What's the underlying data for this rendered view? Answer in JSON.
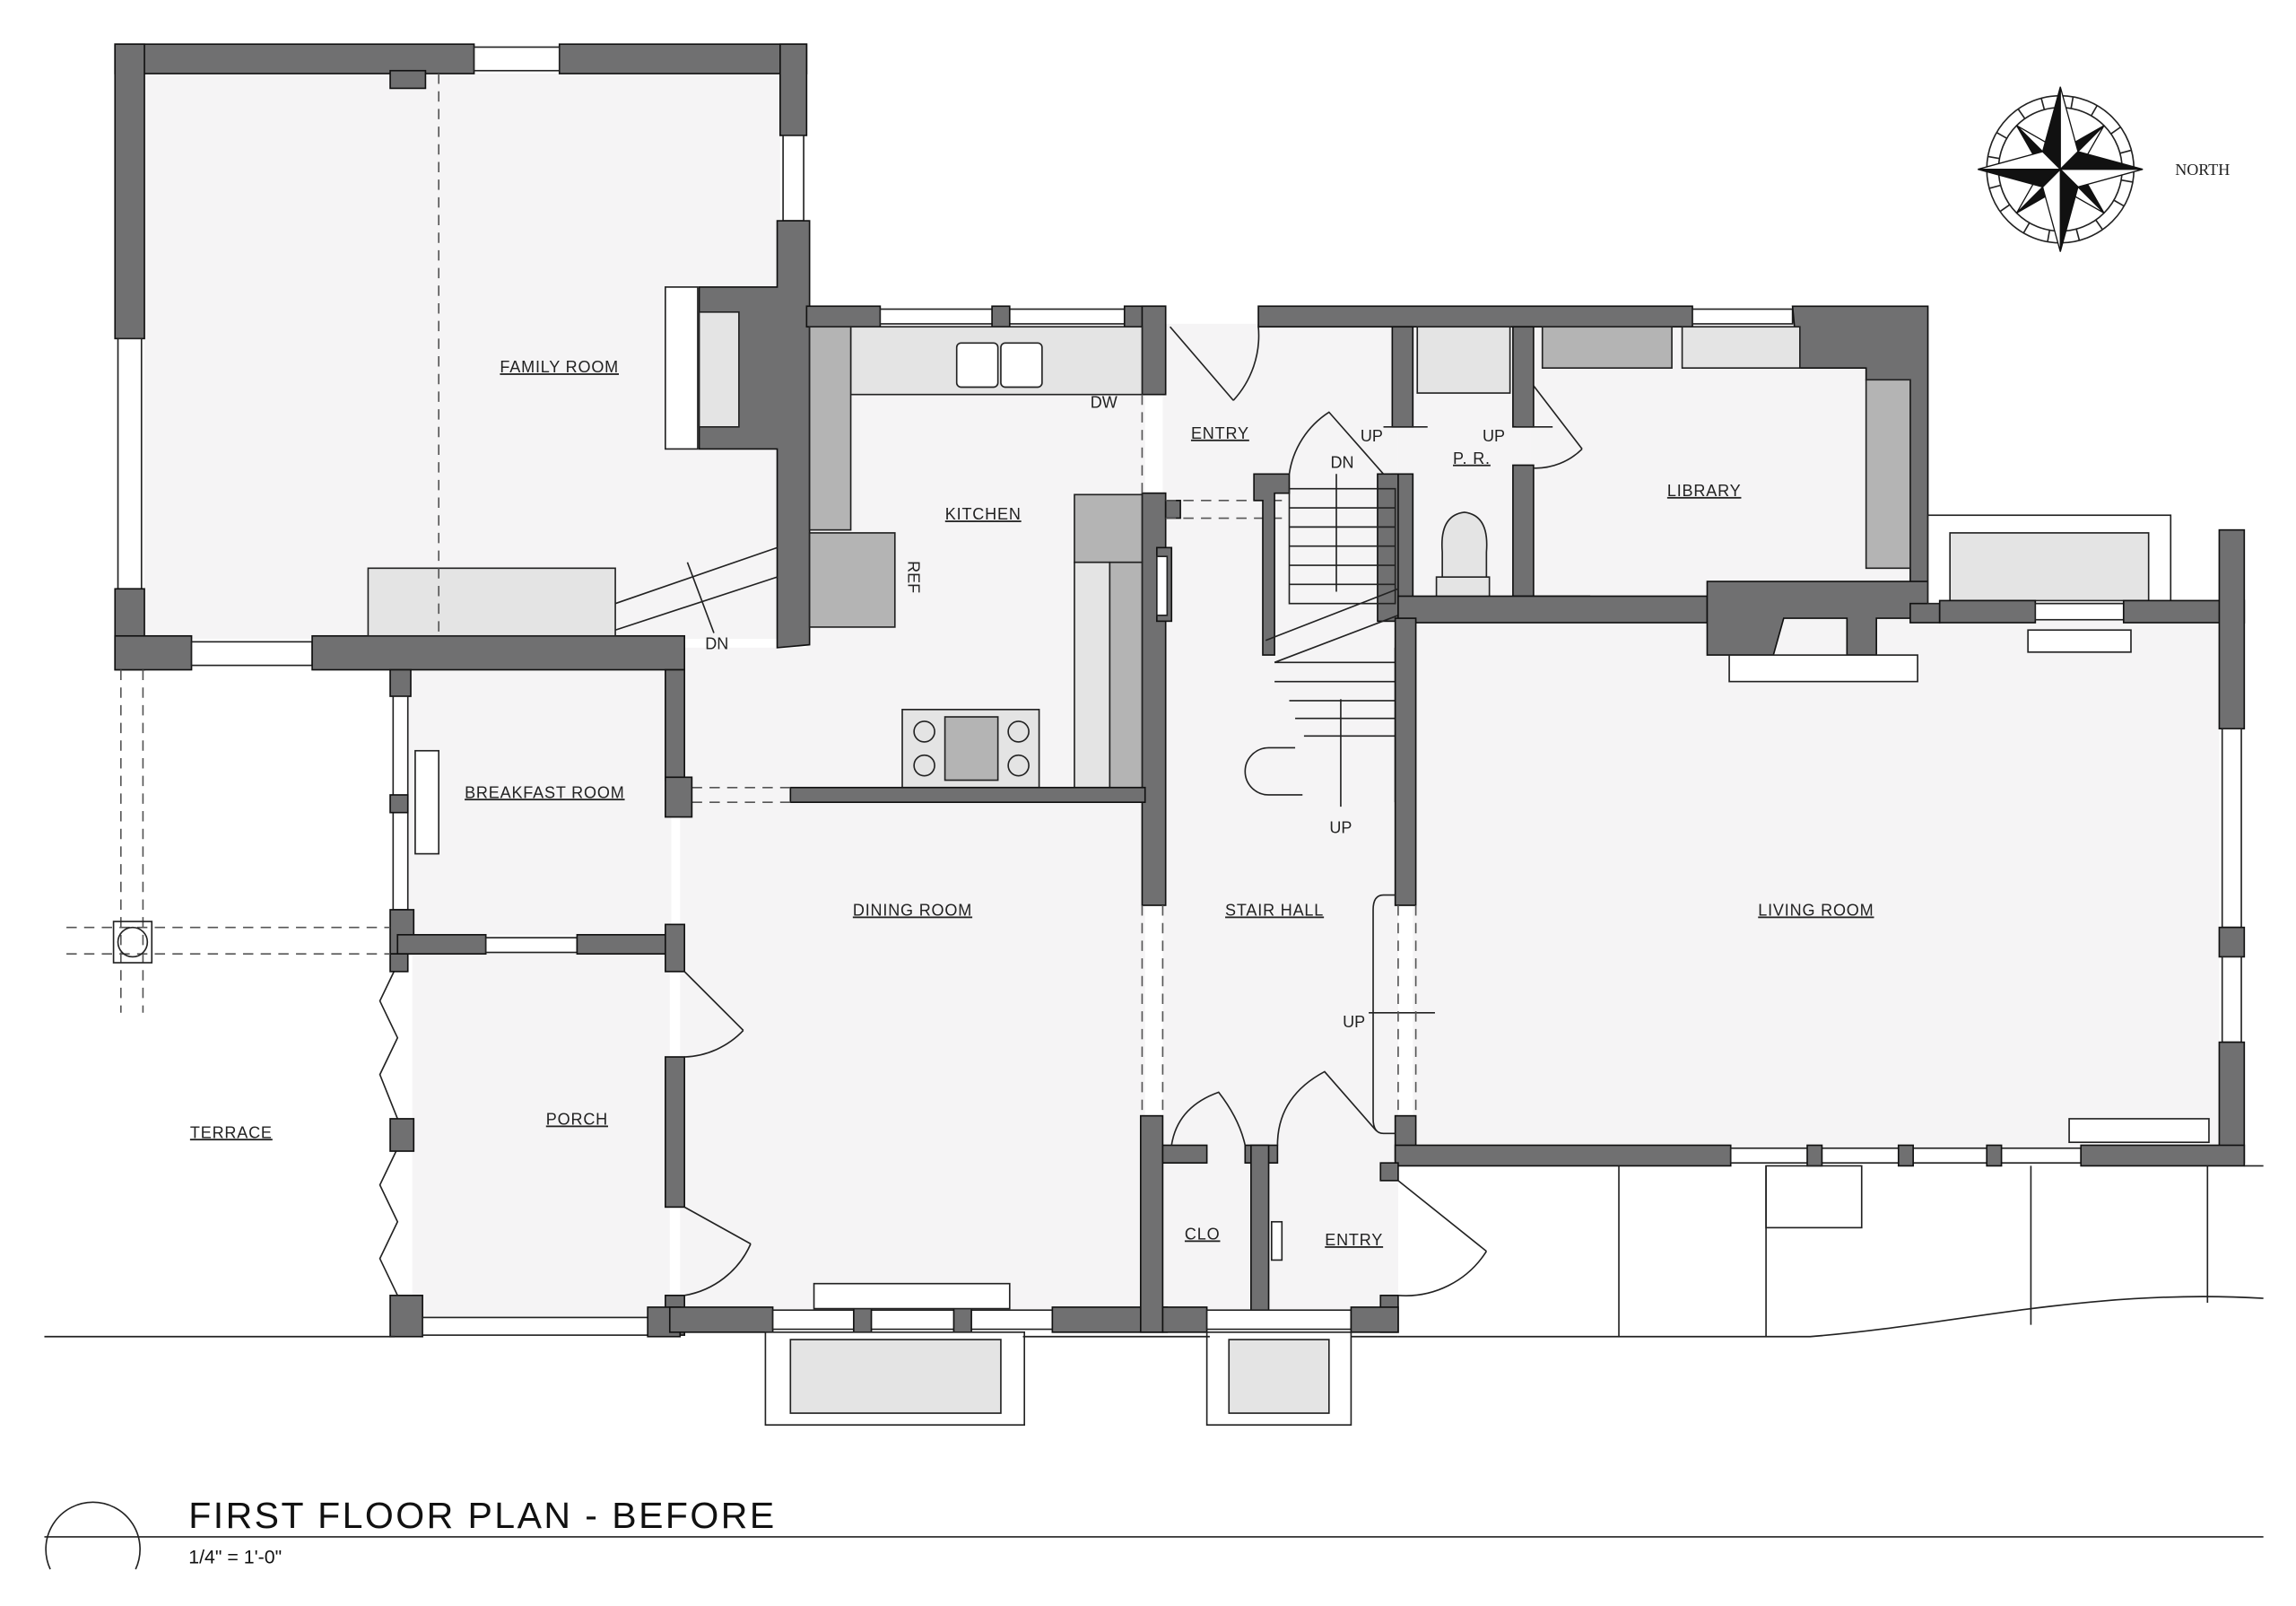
{
  "drawing": {
    "title": "FIRST FLOOR PLAN - BEFORE",
    "scale": "1/4\" = 1'-0\"",
    "north_label": "NORTH"
  },
  "rooms": {
    "family_room": "FAMILY ROOM",
    "kitchen": "KITCHEN",
    "entry_north": "ENTRY",
    "powder_room": "P. R.",
    "library": "LIBRARY",
    "breakfast_room": "BREAKFAST ROOM",
    "dining_room": "DINING ROOM",
    "stair_hall": "STAIR HALL",
    "living_room": "LIVING ROOM",
    "porch": "PORCH",
    "terrace": "TERRACE",
    "closet": "CLO",
    "entry_south": "ENTRY"
  },
  "annotations": {
    "dishwasher": "DW",
    "refrigerator": "REF",
    "family_dn": "DN",
    "stair_dn": "DN",
    "entry_up": "UP",
    "pr_up": "UP",
    "stair_up": "UP",
    "hall_up": "UP"
  },
  "colors": {
    "wall": "#707071",
    "floor": "#f5f4f5",
    "counter": "#e4e4e4",
    "appliance": "#b4b4b4"
  }
}
